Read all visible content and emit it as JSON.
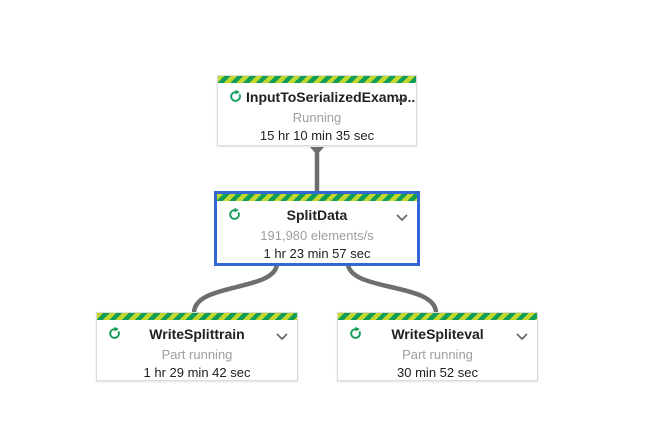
{
  "graph": {
    "nodes": [
      {
        "title": "InputToSerializedExamp...",
        "status": "Running",
        "time": "15 hr 10 min 35 sec",
        "state": "running",
        "selected": false
      },
      {
        "title": "SplitData",
        "status": "191,980 elements/s",
        "time": "1 hr 23 min 57 sec",
        "state": "running",
        "selected": true
      },
      {
        "title": "WriteSplittrain",
        "status": "Part running",
        "time": "1 hr 29 min 42 sec",
        "state": "running",
        "selected": false
      },
      {
        "title": "WriteSpliteval",
        "status": "Part running",
        "time": "30 min 52 sec",
        "state": "running",
        "selected": false
      }
    ],
    "edges": [
      {
        "from": "InputToSerializedExamp...",
        "to": "SplitData"
      },
      {
        "from": "SplitData",
        "to": "WriteSplittrain"
      },
      {
        "from": "SplitData",
        "to": "WriteSpliteval"
      }
    ],
    "icons": {
      "running": "circular-clockwise-arrow-spinner",
      "expand": "chevron-down"
    },
    "colors": {
      "stripe_green": "#0f9d58",
      "stripe_lime": "#c3d82d",
      "selected_border_blue": "#3367d6",
      "node_border": "#dcdcdc",
      "edge_gray": "#6e6e6e",
      "title_text": "#212121",
      "status_text": "#9e9e9e",
      "spinner_green": "#0f9d58",
      "chevron_gray": "#616161",
      "background": "#ffffff"
    }
  }
}
